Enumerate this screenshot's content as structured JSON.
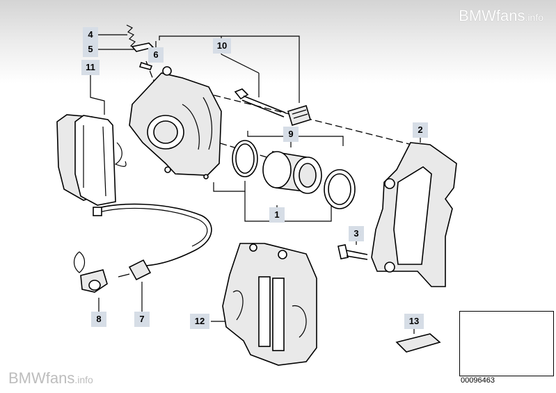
{
  "watermark_top": "BMWfans",
  "watermark_top_suffix": ".info",
  "watermark_bottom": "BMWfans",
  "watermark_bottom_suffix": ".info",
  "diagram_number": "00096463",
  "labels": {
    "p1": "1",
    "p2": "2",
    "p3": "3",
    "p4": "4",
    "p5": "5",
    "p6": "6",
    "p7": "7",
    "p8": "8",
    "p9": "9",
    "p10": "10",
    "p11": "11",
    "p12": "12",
    "p13": "13"
  }
}
